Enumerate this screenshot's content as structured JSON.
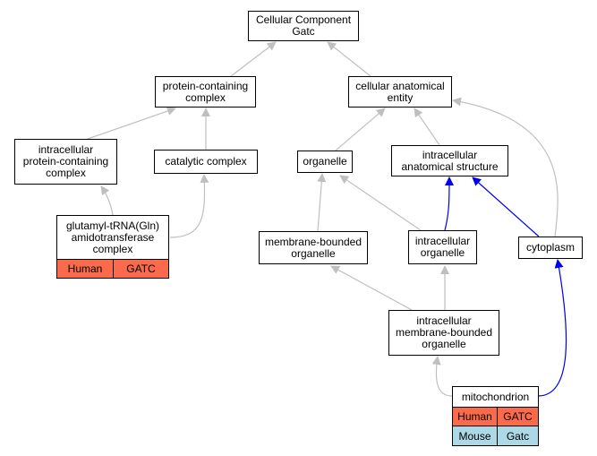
{
  "colors": {
    "human": "#fa6a4b",
    "mouse": "#add8e6",
    "edge_gray": "#bfbfbf",
    "edge_blue": "#0000ee",
    "node_border": "#000000"
  },
  "nodes": {
    "root": "Cellular Component\nGatc",
    "protein_containing_complex": "protein-containing\ncomplex",
    "cellular_anatomical_entity": "cellular anatomical\nentity",
    "intracellular_protein_containing_complex": "intracellular\nprotein-containing\ncomplex",
    "catalytic_complex": "catalytic complex",
    "organelle": "organelle",
    "intracellular_anatomical_structure": "intracellular\nanatomical structure",
    "glutamyl_trna": "glutamyl-tRNA(Gln)\namidotransferase\ncomplex",
    "membrane_bounded_organelle": "membrane-bounded\norganelle",
    "intracellular_organelle": "intracellular\norganelle",
    "cytoplasm": "cytoplasm",
    "intracellular_membrane_bounded_organelle": "intracellular\nmembrane-bounded\norganelle",
    "mitochondrion": "mitochondrion"
  },
  "annotations": {
    "glutamyl_trna": [
      {
        "species": "Human",
        "gene": "GATC"
      }
    ],
    "mitochondrion": [
      {
        "species": "Human",
        "gene": "GATC"
      },
      {
        "species": "Mouse",
        "gene": "Gatc"
      }
    ]
  }
}
